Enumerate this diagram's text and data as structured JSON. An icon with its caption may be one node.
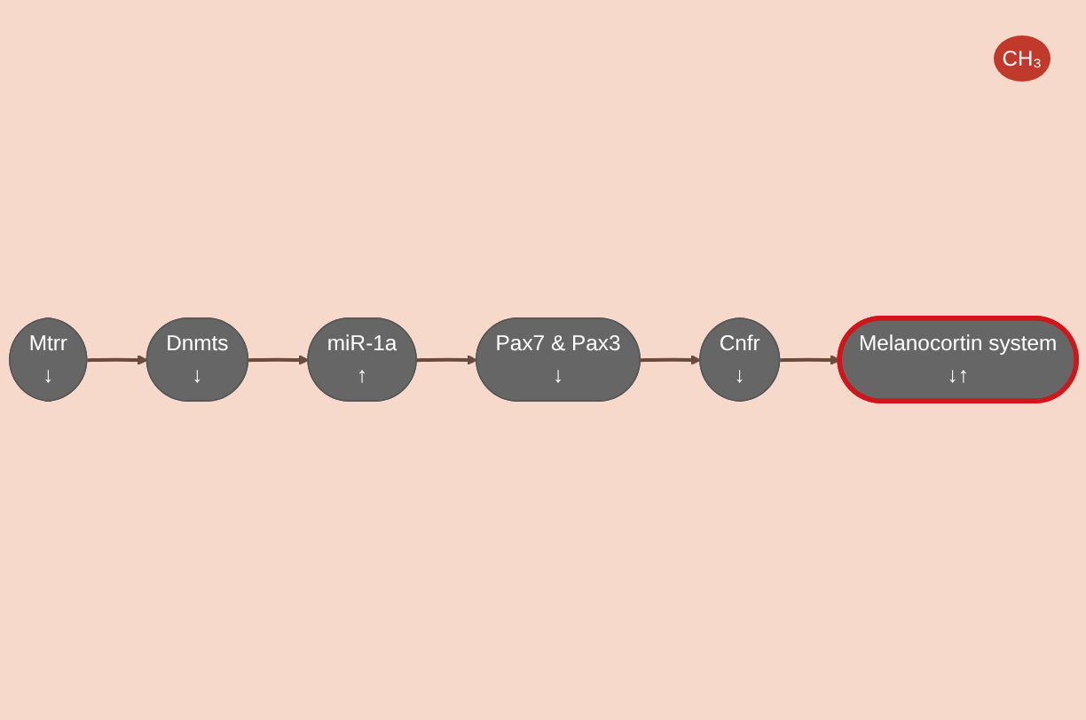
{
  "diagram": {
    "nodes": [
      {
        "text": [
          "Mtrr",
          "↓"
        ]
      },
      {
        "text": [
          "Dnmts",
          "↓"
        ]
      },
      {
        "text": [
          "miR-1a",
          "↑"
        ]
      },
      {
        "text": [
          "Pax7 & Pax3",
          "↓"
        ]
      },
      {
        "text": [
          "Cnfr",
          "↓"
        ]
      },
      {
        "text": [
          "Melanocortin system",
          "↓↑"
        ]
      }
    ],
    "edges": [
      {
        "from": 0,
        "to": 1,
        "arrow": "to"
      },
      {
        "from": 1,
        "to": 2,
        "arrow": "to"
      },
      {
        "from": 2,
        "to": 3,
        "arrow": "to"
      },
      {
        "from": 3,
        "to": 4,
        "arrow": "to"
      },
      {
        "from": 4,
        "to": 5,
        "arrow": "to"
      }
    ],
    "labels": [
      "CH₃"
    ]
  }
}
